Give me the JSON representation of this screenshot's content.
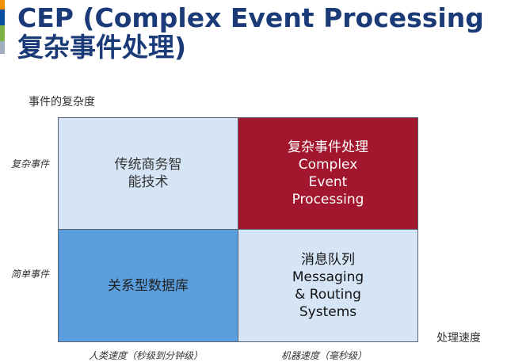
{
  "header": {
    "title_line1": "CEP (Complex Event Processing",
    "title_line2": "复杂事件处理)",
    "accent_colors": [
      "#f29200",
      "#0a4ea2",
      "#7cb342",
      "#a0aec0"
    ]
  },
  "axes": {
    "y_title": "事件的复杂度",
    "x_title": "处理速度",
    "rows": [
      "复杂事件",
      "简单事件"
    ],
    "cols": [
      "人类速度（秒级到分钟级）",
      "机器速度（毫秒级）"
    ]
  },
  "quadrants": {
    "top_left": {
      "lines": [
        "传统商务智",
        "能技术"
      ],
      "bg": "#d6e5f6",
      "fg": "#333333"
    },
    "top_right": {
      "lines": [
        "复杂事件处理",
        "Complex",
        "Event",
        "Processing"
      ],
      "bg": "#a2162e",
      "fg": "#ffffff"
    },
    "bottom_left": {
      "lines": [
        "关系型数据库"
      ],
      "bg": "#5b9ede",
      "fg": "#222222"
    },
    "bottom_right": {
      "lines": [
        "消息队列",
        "Messaging",
        "& Routing",
        "Systems"
      ],
      "bg": "#d6e5f6",
      "fg": "#111111"
    }
  }
}
